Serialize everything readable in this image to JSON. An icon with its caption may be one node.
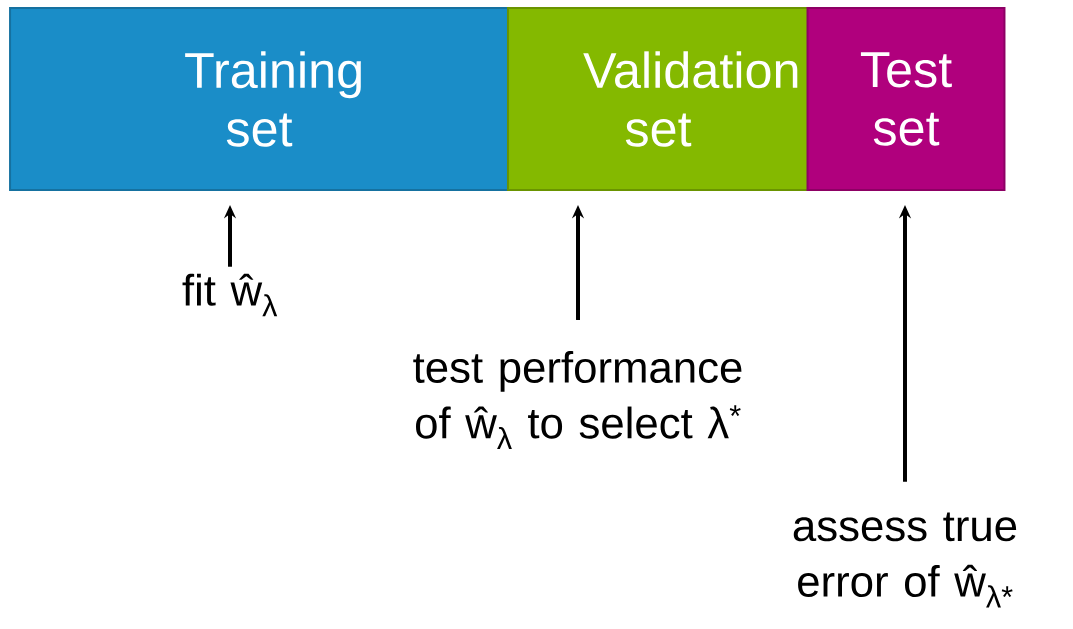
{
  "diagram": {
    "nodes": [
      {
        "text": [
          "Training set"
        ]
      },
      {
        "text": [
          "Validation set"
        ]
      },
      {
        "text": [
          "Test set"
        ]
      },
      {
        "text": [
          "fit ŵ$_{λ}$"
        ]
      },
      {
        "text": [
          "test performance of ŵ$_{λ}$ to select λ$^{*}$"
        ]
      },
      {
        "text": [
          "assess true error of ŵ$_{λ*}$"
        ]
      }
    ],
    "edges": [
      {
        "from": 3,
        "to": 0,
        "arrow": "to"
      },
      {
        "from": 4,
        "to": 1,
        "arrow": "to"
      },
      {
        "from": 5,
        "to": 2,
        "arrow": "to"
      }
    ]
  }
}
